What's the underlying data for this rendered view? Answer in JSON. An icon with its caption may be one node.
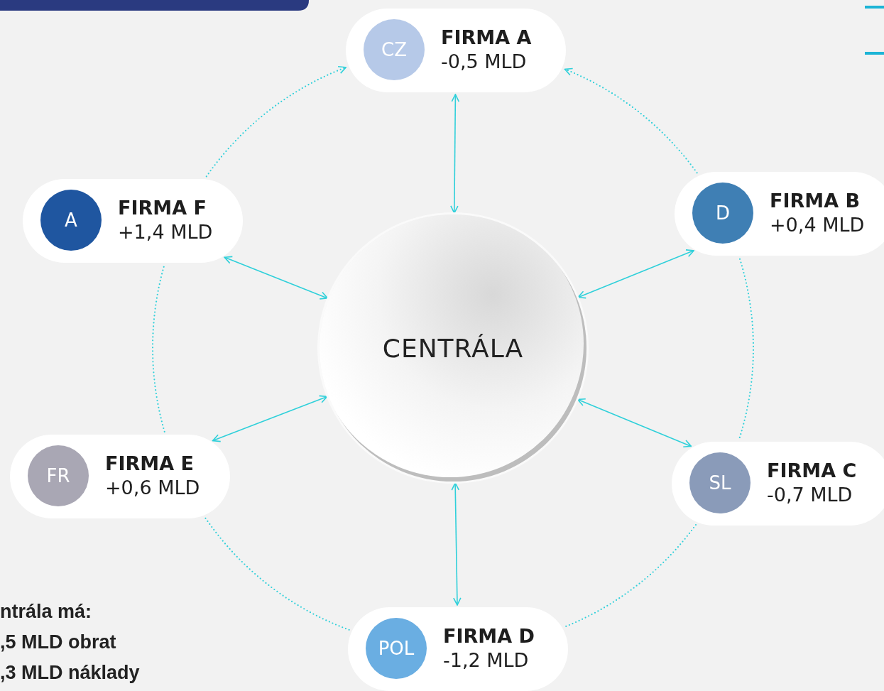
{
  "diagram": {
    "nodes": [
      {
        "text": [
          "FIRMA A",
          "-0,5 MLD"
        ]
      },
      {
        "text": [
          "CZ"
        ],
        "in": 0
      },
      {
        "text": [
          "FIRMA F",
          "+1,4 MLD"
        ]
      },
      {
        "text": [
          "A"
        ],
        "in": 2
      },
      {
        "text": [
          "FIRMA B",
          "+0,4 MLD"
        ]
      },
      {
        "text": [
          "D"
        ],
        "in": 4
      },
      {
        "text": [
          "CENTRÁLA"
        ]
      },
      {
        "text": [
          "FIRMA E",
          "+0,6 MLD"
        ]
      },
      {
        "text": [
          "FR"
        ],
        "in": 7
      },
      {
        "text": [
          "FIRMA C",
          "-0,7 MLD"
        ]
      },
      {
        "text": [
          "SL"
        ],
        "in": 9
      },
      {
        "text": [
          "FIRMA D",
          "-1,2 MLD"
        ]
      },
      {
        "text": [
          "POL"
        ],
        "in": 11
      }
    ],
    "edges": [
      {
        "from": 2,
        "to": 0,
        "arrow": "to",
        "style": "dashed"
      },
      {
        "from": 4,
        "to": 0,
        "arrow": "to",
        "style": "dashed"
      },
      {
        "from": 4,
        "to": 9,
        "arrow": "none",
        "style": "dashed"
      },
      {
        "from": 9,
        "to": 11,
        "arrow": "none",
        "style": "dashed"
      },
      {
        "from": 11,
        "to": 7,
        "arrow": "none",
        "style": "dashed"
      },
      {
        "from": 7,
        "to": 2,
        "arrow": "none",
        "style": "dashed"
      },
      {
        "from": 6,
        "to": 0,
        "arrow": "both"
      },
      {
        "from": 6,
        "to": 4,
        "arrow": "both"
      },
      {
        "from": 6,
        "to": 9,
        "arrow": "both"
      },
      {
        "from": 6,
        "to": 11,
        "arrow": "both"
      },
      {
        "from": 6,
        "to": 7,
        "arrow": "both"
      },
      {
        "from": 6,
        "to": 2,
        "arrow": "both"
      }
    ],
    "labels": [
      "ntrála má:",
      ",5 MLD obrat",
      ",3 MLD náklady"
    ]
  }
}
